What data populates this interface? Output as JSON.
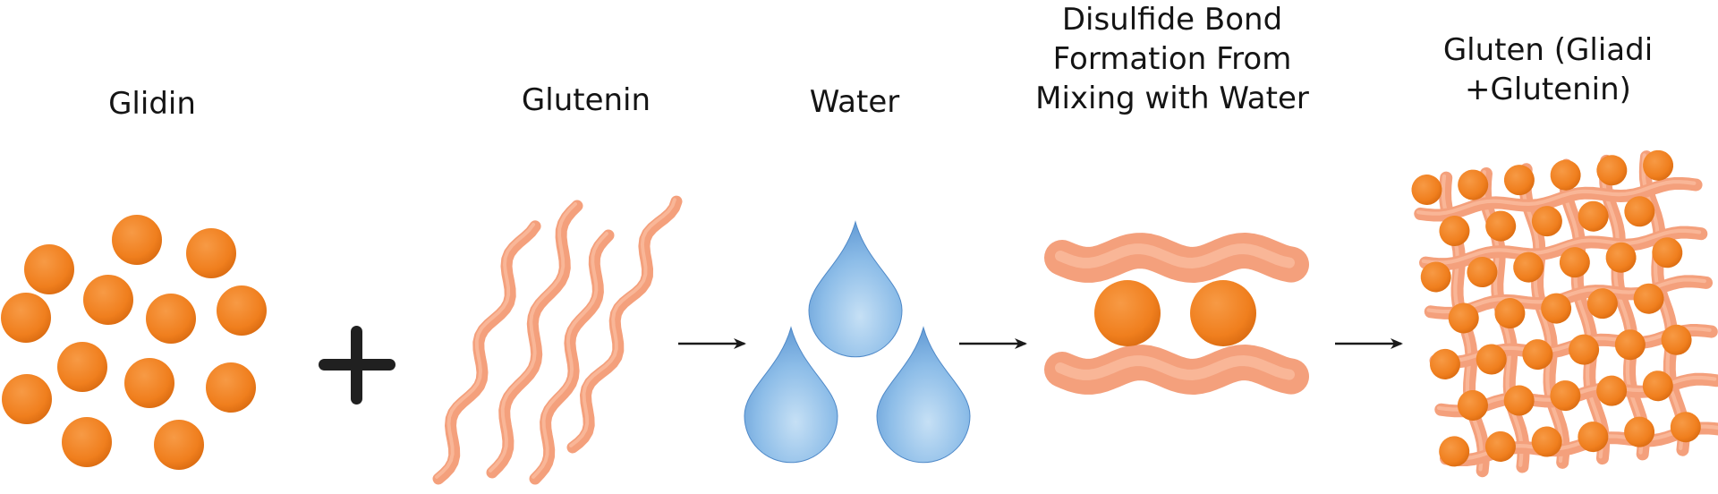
{
  "stages": [
    {
      "id": "gliadin",
      "label": "Glidin"
    },
    {
      "id": "glutenin",
      "label": "Glutenin"
    },
    {
      "id": "water",
      "label": "Water"
    },
    {
      "id": "disulfide",
      "label": "Disulfide Bond\nFormation From\nMixing with Water"
    },
    {
      "id": "gluten",
      "label": "Gluten (Gliadi\n+Glutenin)"
    }
  ],
  "operators": {
    "plus": "+"
  },
  "colors": {
    "sphere": "#f07f1e",
    "sphere_dark": "#c85f0d",
    "strand": "#f4a07c",
    "strand_light": "#fbc4aa",
    "drop": "#6fa6db",
    "drop_light": "#b9d8f2",
    "text": "#141414",
    "arrow": "#1a1a1a"
  }
}
